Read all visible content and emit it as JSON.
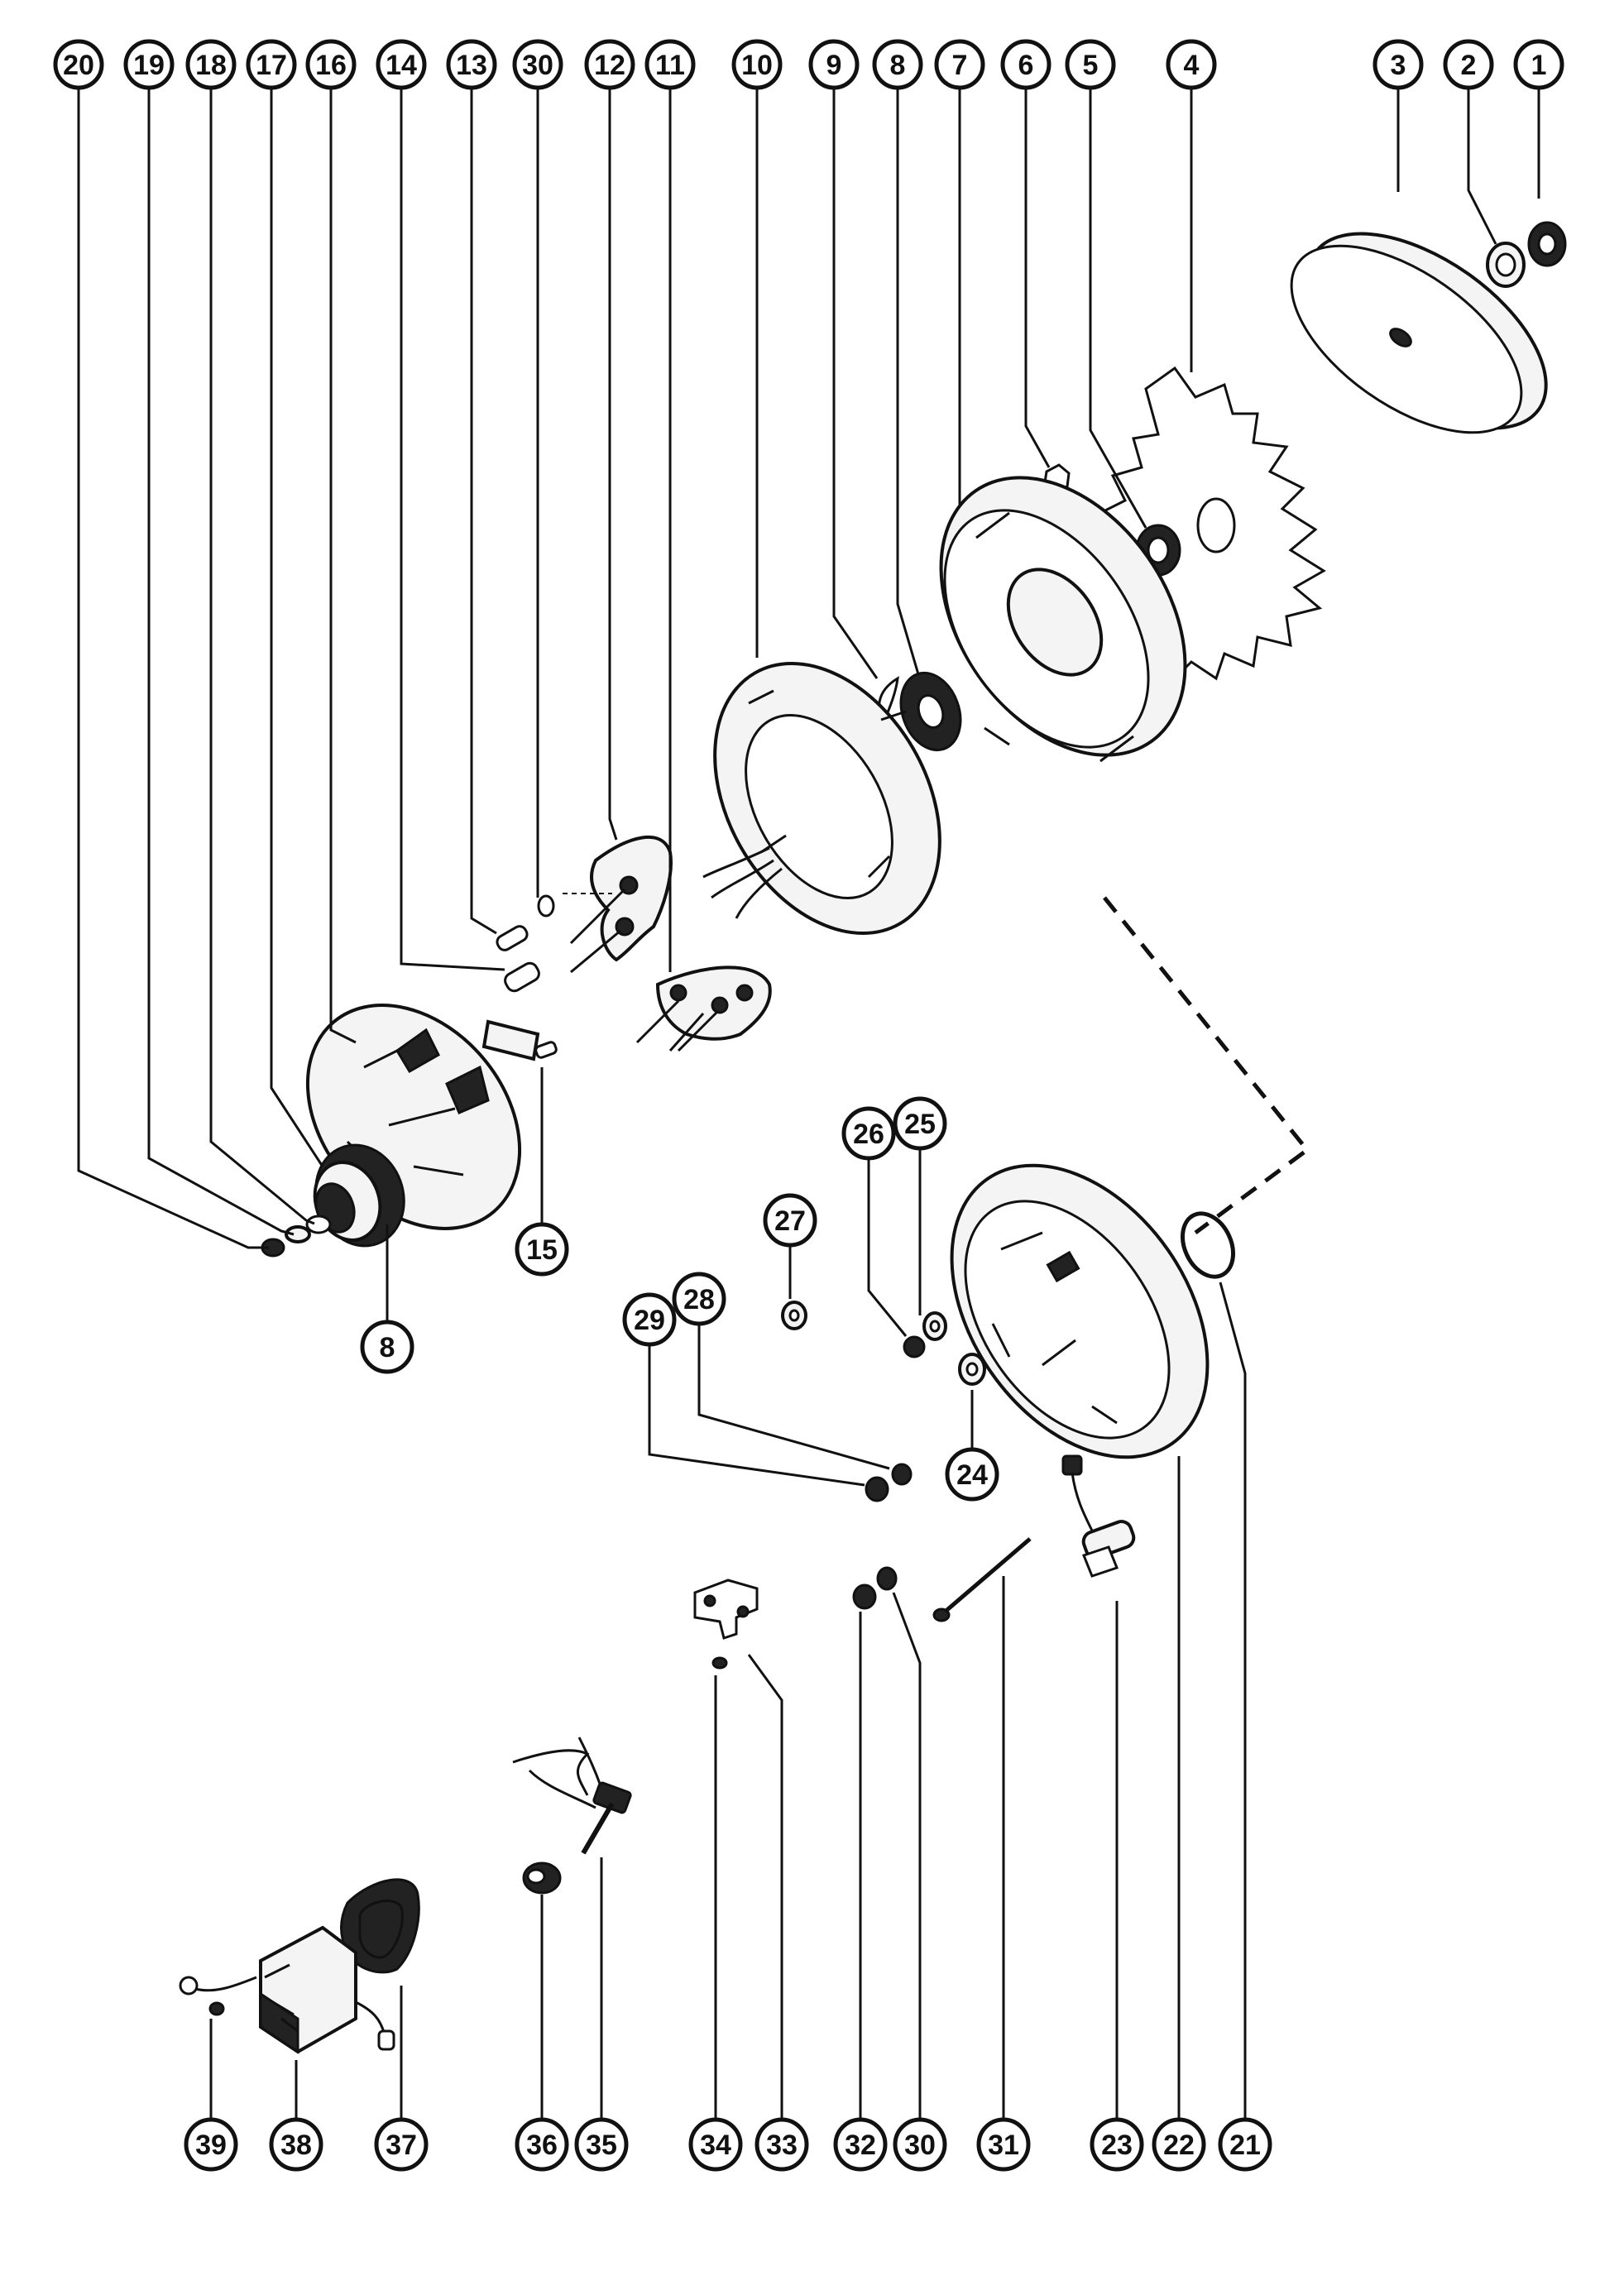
{
  "callouts": [
    {
      "id": "c20",
      "label": "20"
    },
    {
      "id": "c19",
      "label": "19"
    },
    {
      "id": "c18",
      "label": "18"
    },
    {
      "id": "c17",
      "label": "17"
    },
    {
      "id": "c16",
      "label": "16"
    },
    {
      "id": "c14",
      "label": "14"
    },
    {
      "id": "c13",
      "label": "13"
    },
    {
      "id": "c30a",
      "label": "30"
    },
    {
      "id": "c12",
      "label": "12"
    },
    {
      "id": "c11",
      "label": "11"
    },
    {
      "id": "c10",
      "label": "10"
    },
    {
      "id": "c9",
      "label": "9"
    },
    {
      "id": "c8a",
      "label": "8"
    },
    {
      "id": "c7",
      "label": "7"
    },
    {
      "id": "c6",
      "label": "6"
    },
    {
      "id": "c5",
      "label": "5"
    },
    {
      "id": "c4",
      "label": "4"
    },
    {
      "id": "c3",
      "label": "3"
    },
    {
      "id": "c2",
      "label": "2"
    },
    {
      "id": "c1",
      "label": "1"
    },
    {
      "id": "c15",
      "label": "15"
    },
    {
      "id": "c8b",
      "label": "8"
    },
    {
      "id": "c25",
      "label": "25"
    },
    {
      "id": "c26",
      "label": "26"
    },
    {
      "id": "c27",
      "label": "27"
    },
    {
      "id": "c28",
      "label": "28"
    },
    {
      "id": "c29",
      "label": "29"
    },
    {
      "id": "c24",
      "label": "24"
    },
    {
      "id": "c39",
      "label": "39"
    },
    {
      "id": "c38",
      "label": "38"
    },
    {
      "id": "c37",
      "label": "37"
    },
    {
      "id": "c36",
      "label": "36"
    },
    {
      "id": "c35",
      "label": "35"
    },
    {
      "id": "c34",
      "label": "34"
    },
    {
      "id": "c33",
      "label": "33"
    },
    {
      "id": "c32",
      "label": "32"
    },
    {
      "id": "c30b",
      "label": "30"
    },
    {
      "id": "c31",
      "label": "31"
    },
    {
      "id": "c23",
      "label": "23"
    },
    {
      "id": "c22",
      "label": "22"
    },
    {
      "id": "c21",
      "label": "21"
    }
  ]
}
